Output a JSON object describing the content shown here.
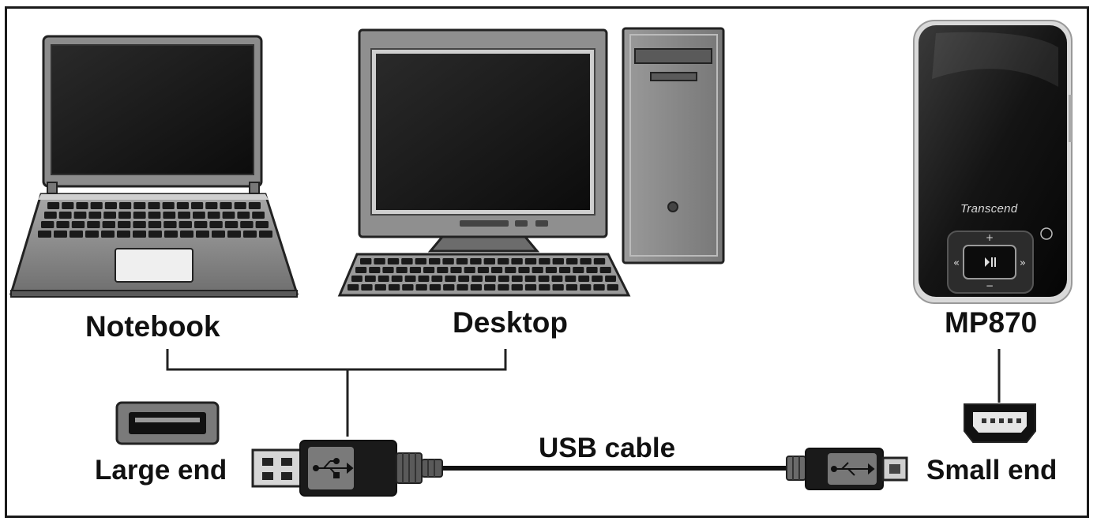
{
  "labels": {
    "notebook": "Notebook",
    "desktop": "Desktop",
    "player": "MP870",
    "large_end": "Large end",
    "small_end": "Small end",
    "cable": "USB cable"
  },
  "player_brand": "Transcend",
  "colors": {
    "ink": "#111111",
    "screen": "#1c1c1c",
    "body_gray": "#8a8a8a",
    "light_gray": "#bdbdbd"
  }
}
